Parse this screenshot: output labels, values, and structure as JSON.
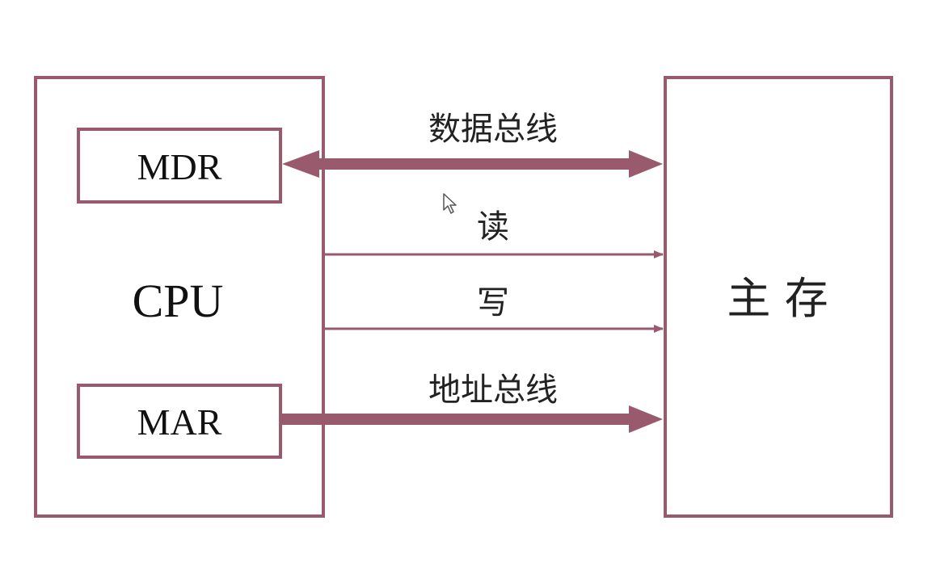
{
  "colors": {
    "accent": "#9a5a6e",
    "text": "#111111",
    "background": "#ffffff"
  },
  "cpu": {
    "label": "CPU",
    "mdr_label": "MDR",
    "mar_label": "MAR"
  },
  "memory": {
    "label": "主 存"
  },
  "connections": {
    "data_bus_label": "数据总线",
    "read_label": "读",
    "write_label": "写",
    "address_bus_label": "地址总线"
  },
  "cursor": {
    "icon": "pointer-arrow-icon"
  }
}
